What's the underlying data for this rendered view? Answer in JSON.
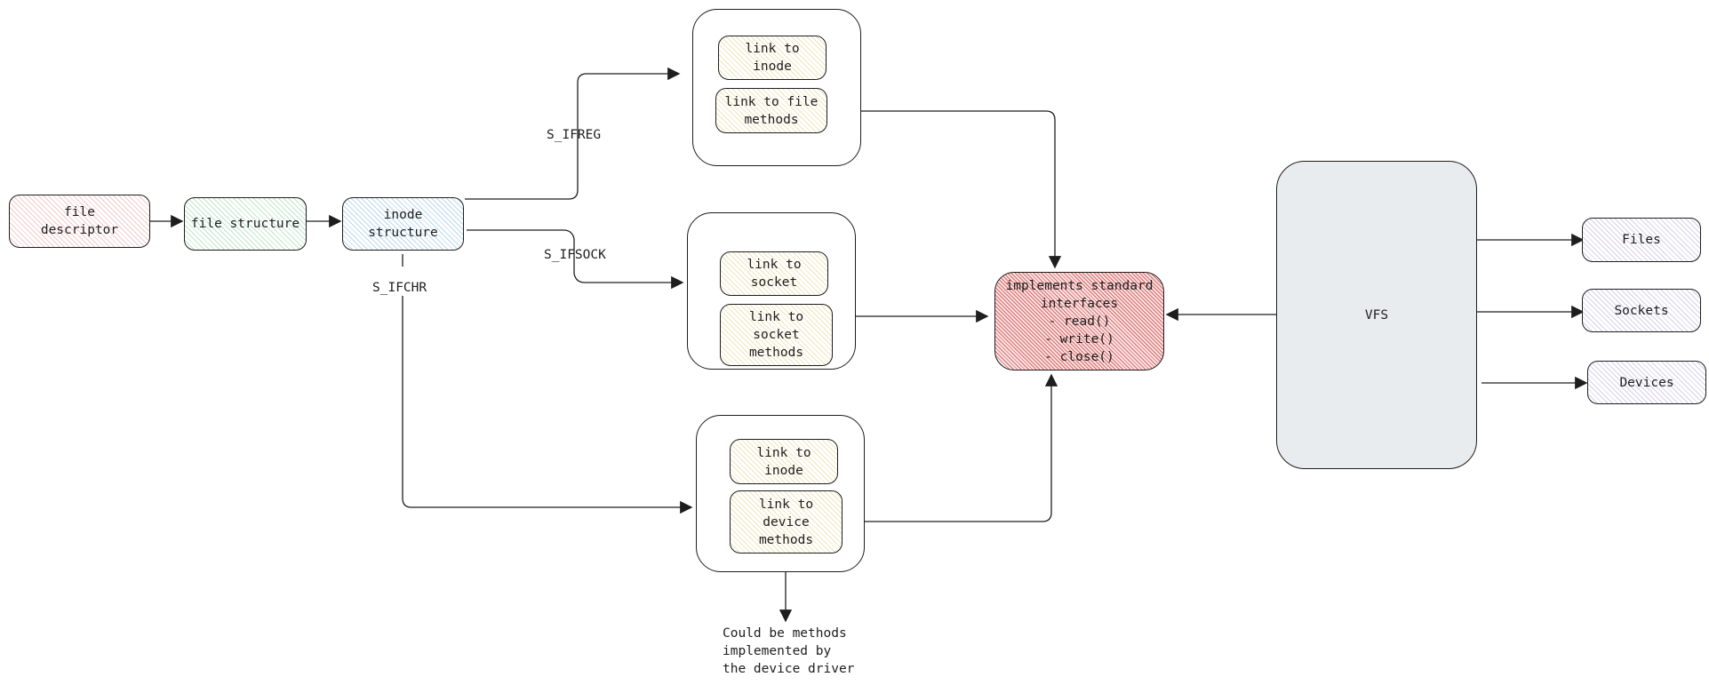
{
  "nodes": {
    "file_descriptor": "file\ndescriptor",
    "file_structure": "file structure",
    "inode_structure": "inode\nstructure",
    "reg_link_inode": "link to\ninode",
    "reg_link_methods": "link to file\nmethods",
    "sock_link_socket": "link to\nsocket",
    "sock_link_methods": "link to\nsocket\nmethods",
    "dev_link_inode": "link to\ninode",
    "dev_link_methods": "link to\ndevice\nmethods",
    "standard_interfaces": "implements standard\ninterfaces\n- read()\n- write()\n- close()",
    "vfs": "VFS",
    "files": "Files",
    "sockets": "Sockets",
    "devices": "Devices"
  },
  "edge_labels": {
    "s_ifreg": "S_IFREG",
    "s_ifsock": "S_IFSOCK",
    "s_ifchr": "S_IFCHR"
  },
  "notes": {
    "device_driver": "Could be methods\nimplemented by\nthe device driver"
  },
  "colors": {
    "stroke": "#1e1e1e",
    "vfs_fill": "#e9ecef",
    "interfaces_hatch": "#d96a6a"
  }
}
